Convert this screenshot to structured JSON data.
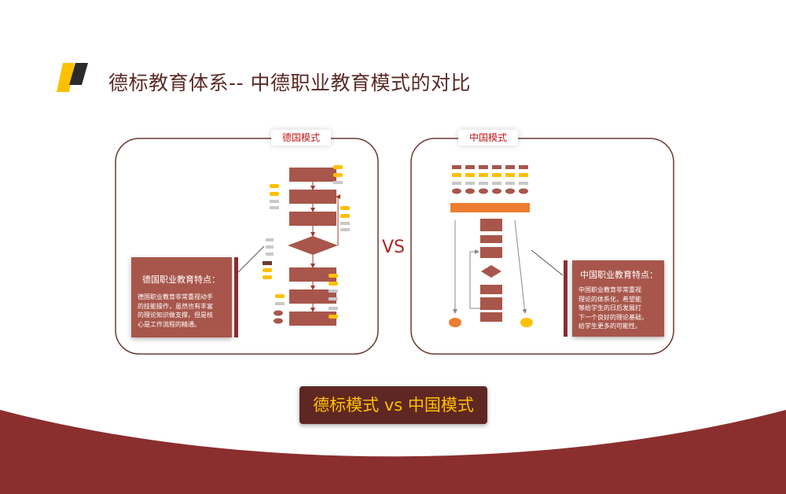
{
  "slide": {
    "title": "德标教育体系-- 中德职业教育模式的对比"
  },
  "german_panel": {
    "label": "德国模式",
    "note_heading": "德国职业教育特点：",
    "note_body": "德国职业教育非常重视动手\n的技能操作，虽然也有丰富\n的理论知识做支撑，但是核\n心是工作流程的精通。"
  },
  "vs_label": "VS",
  "chinese_panel": {
    "label": "中国模式",
    "note_heading": "中国职业教育特点：",
    "note_body": "中国职业教育非常重视\n理论的体系化，希望能\n够给学生的日后发展打\n下一个良好的理论基础，\n给学生更多的可能性。"
  },
  "banner": {
    "text": "德标模式 vs 中国模式"
  },
  "colors": {
    "brand_dark_red": "#8b2e2e",
    "flow_box": "#a8564b",
    "accent_gold": "#ffc000",
    "accent_orange": "#ed7d31",
    "title_text": "#5a2a25"
  },
  "icons": {
    "logo": "yellow-black-parallelogram-logo"
  }
}
